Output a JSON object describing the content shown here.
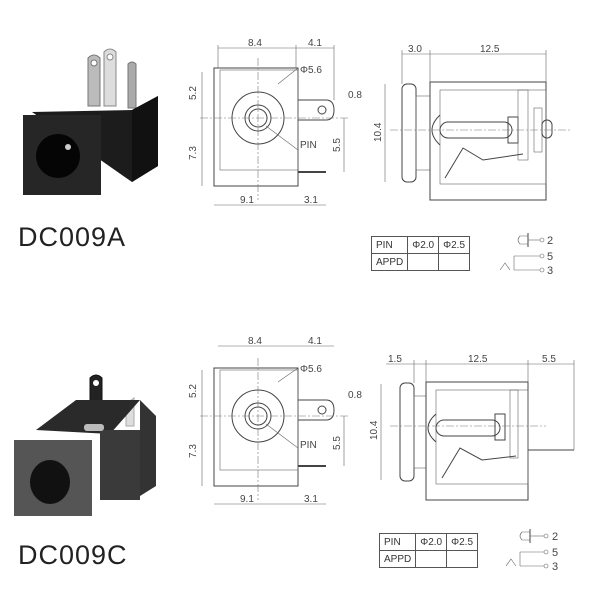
{
  "products": [
    {
      "model": "DC009A",
      "front_view": {
        "width_body": "8.4",
        "width_tab": "4.1",
        "dia": "Φ5.6",
        "tab_hole": "0.8",
        "height_upper": "5.2",
        "height_lower": "7.3",
        "pin_offset": "5.5",
        "bottom_width": "9.1",
        "bottom_tab": "3.1",
        "pin_label": "PIN"
      },
      "side_view": {
        "front_len": "3.0",
        "body_len": "12.5",
        "height": "10.4"
      },
      "pin_table": {
        "headers": [
          "PIN",
          "Φ2.0",
          "Φ2.5"
        ],
        "row_label": "APPD"
      },
      "schematic": {
        "pins": [
          "2",
          "5",
          "3"
        ]
      }
    },
    {
      "model": "DC009C",
      "front_view": {
        "width_body": "8.4",
        "width_tab": "4.1",
        "dia": "Φ5.6",
        "tab_hole": "0.8",
        "height_upper": "5.2",
        "height_lower": "7.3",
        "pin_offset": "5.5",
        "bottom_width": "9.1",
        "bottom_tab": "3.1",
        "pin_label": "PIN"
      },
      "side_view": {
        "front_len": "1.5",
        "body_len": "12.5",
        "tail_len": "5.5",
        "height": "10.4"
      },
      "pin_table": {
        "headers": [
          "PIN",
          "Φ2.0",
          "Φ2.5"
        ],
        "row_label": "APPD"
      },
      "schematic": {
        "pins": [
          "2",
          "5",
          "3"
        ]
      }
    }
  ]
}
